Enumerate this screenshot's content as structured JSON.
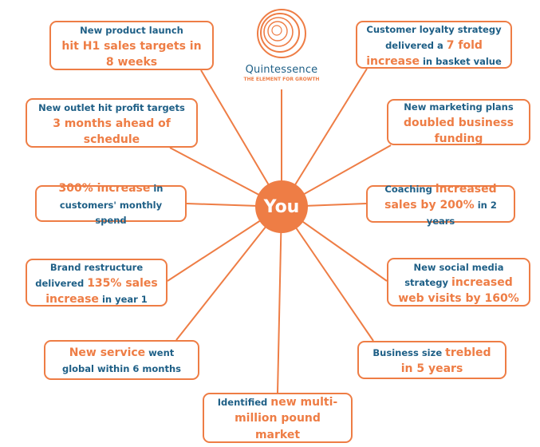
{
  "hub": {
    "label": "You"
  },
  "logo": {
    "name": "Quintessence",
    "tagline": "THE ELEMENT FOR GROWTH"
  },
  "colors": {
    "orange": "#ee7d45",
    "blue": "#1e5f86"
  },
  "boxes": [
    {
      "id": "product-launch",
      "segments": [
        {
          "text": "New product launch",
          "style": "s",
          "br": true
        },
        {
          "text": "hit H1 sales targets in 8 weeks",
          "style": "h"
        }
      ]
    },
    {
      "id": "loyalty",
      "segments": [
        {
          "text": "Customer loyalty strategy delivered a ",
          "style": "s"
        },
        {
          "text": "7 fold increase",
          "style": "h"
        },
        {
          "text": " in basket value",
          "style": "s"
        }
      ]
    },
    {
      "id": "outlet",
      "segments": [
        {
          "text": "New outlet hit profit targets",
          "style": "s",
          "br": true
        },
        {
          "text": "3 months ahead of schedule",
          "style": "h"
        }
      ]
    },
    {
      "id": "marketing",
      "segments": [
        {
          "text": "New marketing plans",
          "style": "s",
          "br": true
        },
        {
          "text": "doubled business funding",
          "style": "h"
        }
      ]
    },
    {
      "id": "spend",
      "segments": [
        {
          "text": "300% increase",
          "style": "h"
        },
        {
          "text": " in customers' monthly spend",
          "style": "s"
        }
      ]
    },
    {
      "id": "coaching",
      "segments": [
        {
          "text": "Coaching ",
          "style": "s"
        },
        {
          "text": "increased sales by 200%",
          "style": "h"
        },
        {
          "text": " in 2 years",
          "style": "s"
        }
      ]
    },
    {
      "id": "brand",
      "segments": [
        {
          "text": "Brand restructure delivered ",
          "style": "s"
        },
        {
          "text": "135% sales increase",
          "style": "h"
        },
        {
          "text": " in year 1",
          "style": "s"
        }
      ]
    },
    {
      "id": "social",
      "segments": [
        {
          "text": "New social media strategy ",
          "style": "s"
        },
        {
          "text": "increased web visits by 160%",
          "style": "h"
        }
      ]
    },
    {
      "id": "service",
      "segments": [
        {
          "text": "New service",
          "style": "h"
        },
        {
          "text": " went global within 6 months",
          "style": "s"
        }
      ]
    },
    {
      "id": "business-size",
      "segments": [
        {
          "text": "Business size ",
          "style": "s"
        },
        {
          "text": "trebled in 5 years",
          "style": "h"
        }
      ]
    },
    {
      "id": "market",
      "segments": [
        {
          "text": "Identified ",
          "style": "s"
        },
        {
          "text": "new multi-million pound market",
          "style": "h"
        }
      ]
    }
  ]
}
